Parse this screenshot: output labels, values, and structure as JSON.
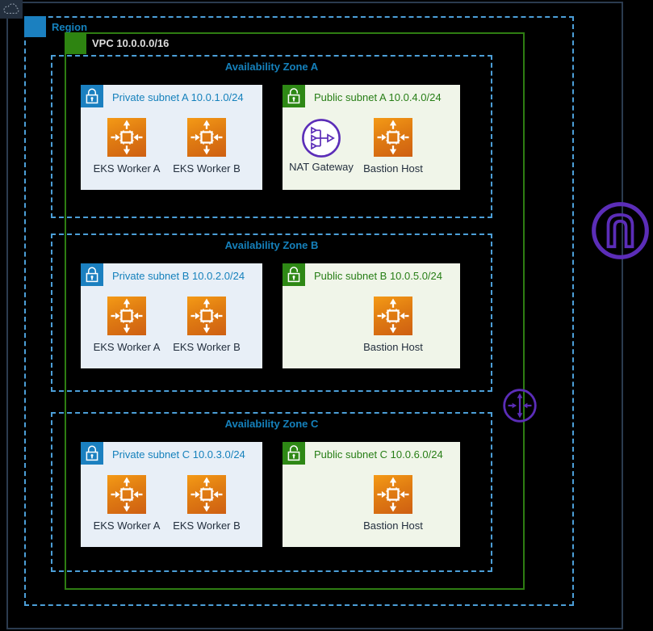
{
  "region": {
    "label": "Region"
  },
  "vpc": {
    "label": "VPC 10.0.0.0/16"
  },
  "zones": [
    {
      "label": "Availability Zone A",
      "private": {
        "label": "Private subnet A 10.0.1.0/24",
        "nodes": [
          {
            "label": "EKS Worker A"
          },
          {
            "label": "EKS Worker B"
          }
        ]
      },
      "public": {
        "label": "Public subnet A 10.0.4.0/24",
        "nodes": [
          {
            "label": "NAT Gateway"
          },
          {
            "label": "Bastion Host"
          }
        ]
      }
    },
    {
      "label": "Availability Zone B",
      "private": {
        "label": "Private subnet B 10.0.2.0/24",
        "nodes": [
          {
            "label": "EKS Worker A"
          },
          {
            "label": "EKS Worker B"
          }
        ]
      },
      "public": {
        "label": "Public subnet B 10.0.5.0/24",
        "nodes": [
          {
            "label": "Bastion Host"
          }
        ]
      }
    },
    {
      "label": "Availability Zone C",
      "private": {
        "label": "Private subnet C 10.0.3.0/24",
        "nodes": [
          {
            "label": "EKS Worker A"
          },
          {
            "label": "EKS Worker B"
          }
        ]
      },
      "public": {
        "label": "Public subnet C 10.0.6.0/24",
        "nodes": [
          {
            "label": "Bastion Host"
          }
        ]
      }
    }
  ],
  "icons": {
    "aws_cloud": "aws-cloud-icon",
    "region": "region-icon",
    "vpc": "vpc-icon",
    "private_subnet": "lock-closed-icon",
    "public_subnet": "lock-open-icon",
    "eks_worker": "compute-chip-icon",
    "bastion_host": "compute-chip-icon",
    "nat_gateway": "nat-gateway-icon",
    "internet_gateway": "internet-gateway-icon",
    "vpn_gateway": "vpn-gateway-icon"
  },
  "colors": {
    "background": "#000000",
    "cloud_navy": "#232F3E",
    "region_blue": "#1B80C0",
    "dashed_blue": "#4C9FD8",
    "vpc_green": "#2E7D12",
    "subnet_private_bg": "#E8EFF7",
    "subnet_public_bg": "#F0F5E9",
    "private_text_blue": "#1581BC",
    "public_text_green": "#277E16",
    "compute_orange": "#E07C12",
    "gateway_purple": "#5B2DB8"
  }
}
